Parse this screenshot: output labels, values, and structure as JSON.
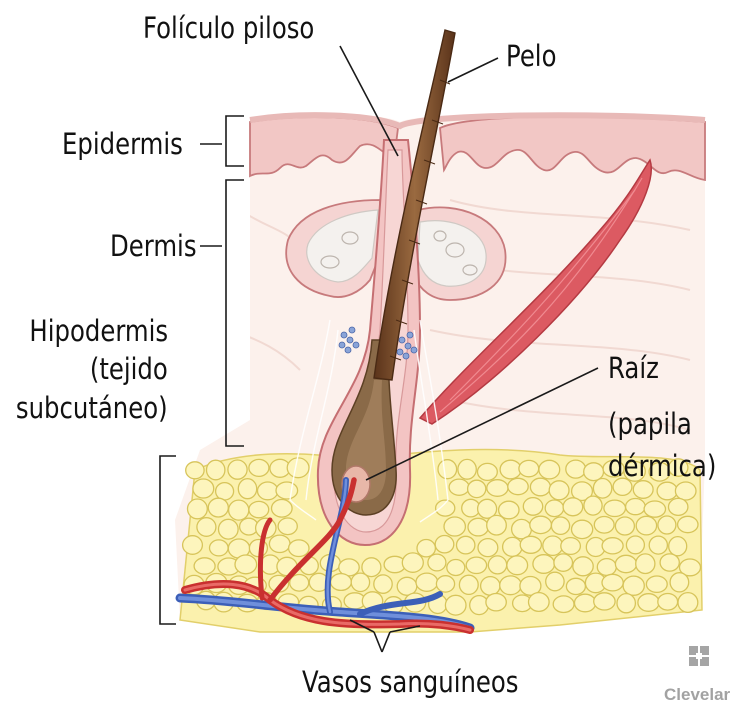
{
  "labels": {
    "hair_follicle": "Folículo piloso",
    "hair": "Pelo",
    "epidermis": "Epidermis",
    "dermis": "Dermis",
    "hypodermis_line1": "Hipodermis",
    "hypodermis_line2": "(tejido",
    "hypodermis_line3": "subcutáneo)",
    "root_line1": "Raíz",
    "root_line2": "(papila",
    "root_line3": "dérmica)",
    "blood_vessels": "Vasos sanguíneos"
  },
  "brand": {
    "name": "Clevelar",
    "icon": "cleveland-clinic-cross-logo-icon"
  },
  "colors": {
    "skin_surface": "#f3c9c7",
    "skin_dark": "#c9777a",
    "dermis_bg": "#fbece6",
    "fat": "#fbf0a6",
    "fat_outline": "#d9c75a",
    "hair": "#7a4a28",
    "artery": "#d63b3b",
    "vein": "#4a6fc9",
    "muscle": "#d9535a",
    "line": "#1a1a1a"
  }
}
